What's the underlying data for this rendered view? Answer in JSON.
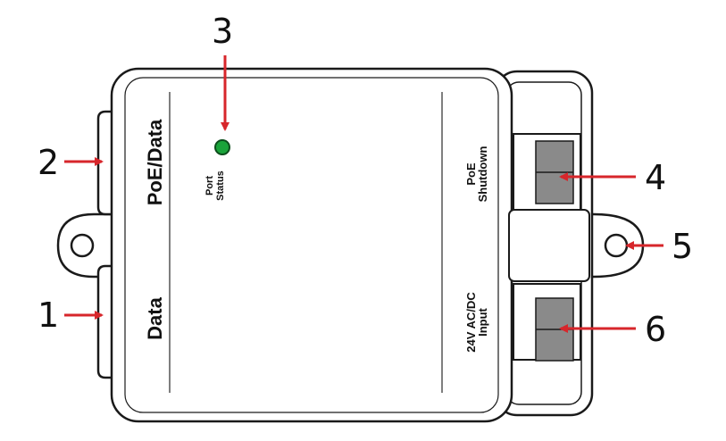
{
  "device": {
    "left_port_labels": [
      "PoE/Data",
      "Data"
    ],
    "led_label": "Port Status",
    "led_label_lines": [
      "Port",
      "Status"
    ],
    "led_color": "#1aa33a",
    "right_terminal_labels": {
      "shutdown": [
        "PoE",
        "Shutdown"
      ],
      "input": [
        "24V AC/DC",
        "Input"
      ]
    }
  },
  "callouts": [
    {
      "number": "1",
      "target": "Data port"
    },
    {
      "number": "2",
      "target": "PoE/Data port"
    },
    {
      "number": "3",
      "target": "Port Status LED"
    },
    {
      "number": "4",
      "target": "PoE Shutdown terminal"
    },
    {
      "number": "5",
      "target": "Right mounting hole"
    },
    {
      "number": "6",
      "target": "24V AC/DC Input terminal"
    }
  ],
  "colors": {
    "arrow": "#d7262b",
    "outline": "#1a1a1a",
    "terminal_block": "#8a8a8a"
  }
}
